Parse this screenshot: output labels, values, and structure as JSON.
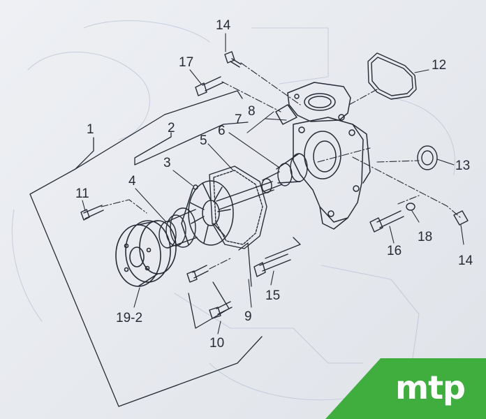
{
  "callouts": {
    "c1": "1",
    "c2": "2",
    "c3": "3",
    "c4": "4",
    "c5": "5",
    "c6": "6",
    "c7": "7",
    "c8": "8",
    "c9": "9",
    "c10": "10",
    "c11": "11",
    "c12": "12",
    "c13": "13",
    "c14a": "14",
    "c14b": "14",
    "c15": "15",
    "c16": "16",
    "c17": "17",
    "c18": "18",
    "c19": "19-2"
  },
  "logo": {
    "text": "mtp",
    "color": "#3fae3f"
  },
  "colors": {
    "ink": "#262b36",
    "background": "#e9ecf0"
  }
}
